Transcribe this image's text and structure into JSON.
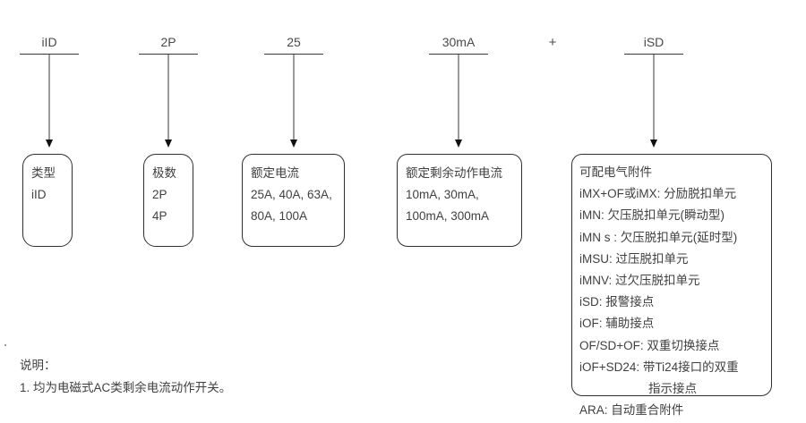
{
  "diagram": {
    "title_code_parts": [
      {
        "label": "iID"
      },
      {
        "label": "2P"
      },
      {
        "label": "25"
      },
      {
        "label": "30mA"
      },
      {
        "label": "iSD"
      }
    ],
    "separator": "+",
    "boxes": [
      {
        "name": "type",
        "lines": [
          "类型",
          "iID"
        ]
      },
      {
        "name": "poles",
        "lines": [
          "极数",
          "2P",
          "4P"
        ]
      },
      {
        "name": "rated-current",
        "lines": [
          "额定电流",
          "25A, 40A, 63A,",
          "80A, 100A"
        ]
      },
      {
        "name": "rated-residual-operating-current",
        "lines": [
          "额定剩余动作电流",
          "10mA, 30mA,",
          "100mA, 300mA"
        ]
      },
      {
        "name": "electrical-accessories",
        "lines": [
          "可配电气附件",
          "iMX+OF或iMX: 分励脱扣单元",
          "iMN: 欠压脱扣单元(瞬动型)",
          "iMN s : 欠压脱扣单元(延时型)",
          "iMSU: 过压脱扣单元",
          "iMNV: 过欠压脱扣单元",
          "iSD: 报警接点",
          "iOF: 辅助接点",
          "OF/SD+OF: 双重切换接点",
          "iOF+SD24: 带Ti24接口的双重",
          "指示接点",
          "ARA: 自动重合附件"
        ]
      }
    ]
  },
  "notes": {
    "heading": "说明：",
    "items": [
      "1. 均为电磁式AC类剩余电流动作开关。"
    ]
  }
}
